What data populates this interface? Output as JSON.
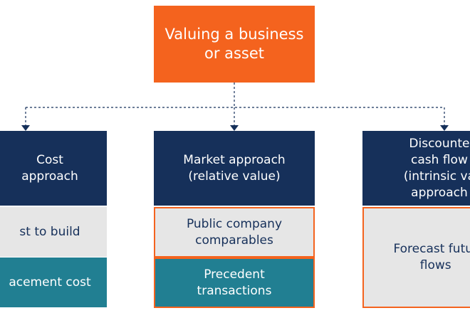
{
  "colors": {
    "orange": "#f4631e",
    "navy": "#16305a",
    "light_gray": "#e6e6e6",
    "teal": "#217f92",
    "connector": "#16305a"
  },
  "root": {
    "label": "Valuing a business\nor asset"
  },
  "branches": [
    {
      "header": "Cost\napproach",
      "items": [
        "st to build",
        "acement cost"
      ]
    },
    {
      "header": "Market approach\n(relative value)",
      "items": [
        "Public company\ncomparables",
        "Precedent\ntransactions"
      ]
    },
    {
      "header": "Discounte\ncash flow\n(intrinsic va\napproach",
      "items": [
        "Forecast futur\nflows"
      ]
    }
  ]
}
